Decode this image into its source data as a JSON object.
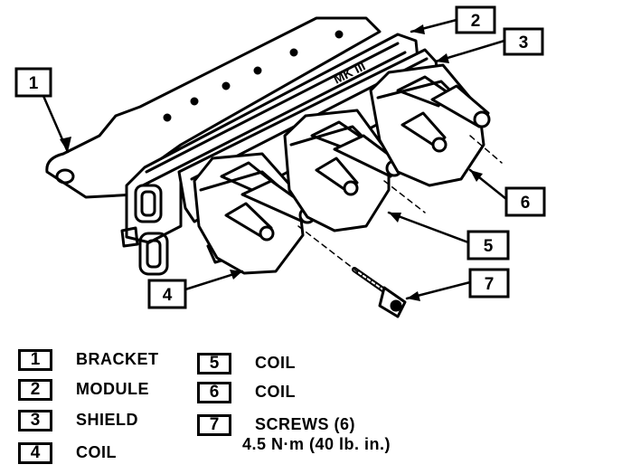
{
  "callouts": [
    "1",
    "2",
    "3",
    "4",
    "5",
    "6",
    "7"
  ],
  "legend": [
    {
      "num": "1",
      "label": "BRACKET"
    },
    {
      "num": "2",
      "label": "MODULE"
    },
    {
      "num": "3",
      "label": "SHIELD"
    },
    {
      "num": "4",
      "label": "COIL"
    },
    {
      "num": "5",
      "label": "COIL"
    },
    {
      "num": "6",
      "label": "COIL"
    },
    {
      "num": "7",
      "label": "SCREWS (6)",
      "spec": "4.5 N·m (40 lb. in.)"
    }
  ],
  "module_marking": "MK III"
}
